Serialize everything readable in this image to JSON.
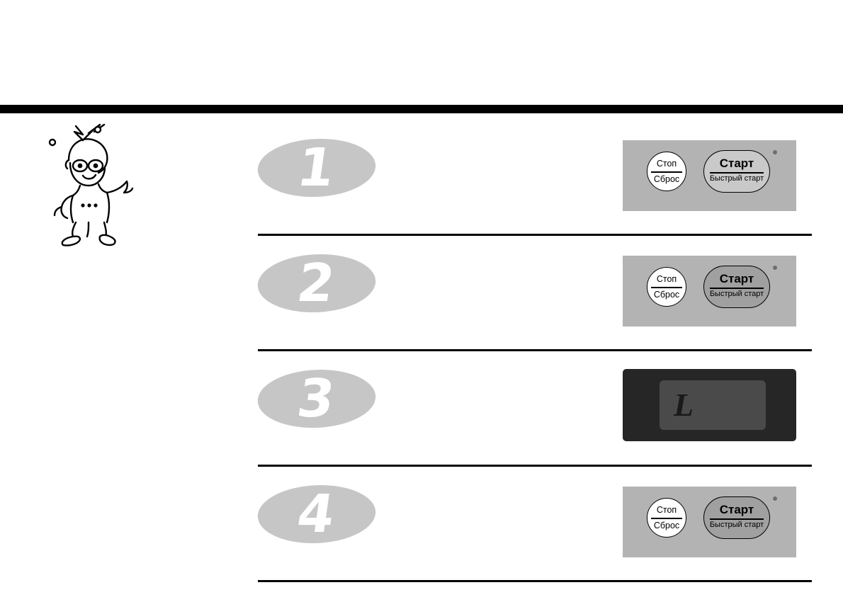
{
  "page": {
    "rule_color": "#000000",
    "bubble_color": "#c6c6c6",
    "panel_color": "#b3b3b3",
    "display_color": "#262626"
  },
  "mascot": {
    "name": "lightning-character"
  },
  "steps": [
    {
      "number": "1",
      "panel_type": "buttons",
      "stop_button": {
        "line1": "Стоп",
        "line2": "Сброс"
      },
      "start_button": {
        "line1": "Старт",
        "line2": "Быстрый старт",
        "shade": "dark"
      }
    },
    {
      "number": "2",
      "panel_type": "buttons",
      "stop_button": {
        "line1": "Стоп",
        "line2": "Сброс"
      },
      "start_button": {
        "line1": "Старт",
        "line2": "Быстрый старт",
        "shade": "light"
      }
    },
    {
      "number": "3",
      "panel_type": "display",
      "display_value": "L"
    },
    {
      "number": "4",
      "panel_type": "buttons",
      "stop_button": {
        "line1": "Стоп",
        "line2": "Сброс"
      },
      "start_button": {
        "line1": "Старт",
        "line2": "Быстрый старт",
        "shade": "light"
      }
    }
  ]
}
